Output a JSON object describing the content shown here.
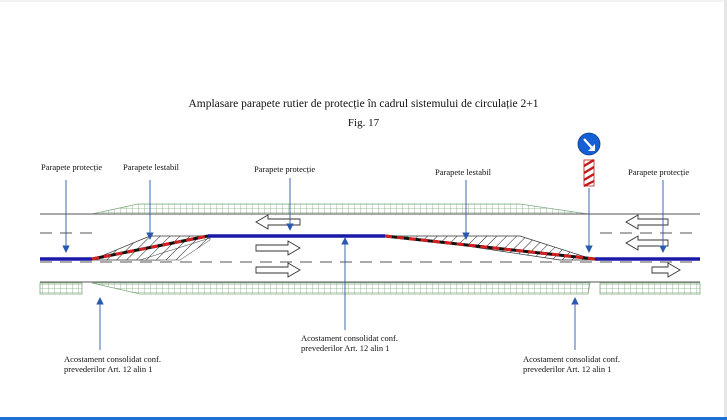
{
  "title": "Amplasare parapete rutier de protecție în cadrul sistemului de circulație 2+1",
  "figure_label": "Fig. 17",
  "labels": {
    "parapete_protectie_left": "Parapete protecție",
    "parapete_lestabil_left": "Parapete lestabil",
    "parapete_protectie_center": "Parapete protecție",
    "parapete_lestabil_right": "Parapete lestabil",
    "parapete_protectie_right": "Parapete protecție",
    "acostament_left": [
      "Acostament consolidat conf.",
      "prevederilor Art. 12 alin 1"
    ],
    "acostament_center": [
      "Acostament consolidat conf.",
      "prevederilor Art. 12 alin 1"
    ],
    "acostament_right": [
      "Acostament consolidat conf.",
      "prevederilor Art. 12 alin 1"
    ]
  },
  "colors": {
    "barrier_blue": "#1a1aa8",
    "lestabil_red": "#d42020",
    "lestabil_black": "#111111",
    "shoulder_green": "#7faa7f",
    "sign_blue": "#1560d4",
    "arrow_blue": "#1a3fa8"
  },
  "icons": [
    "keep-right-sign-icon",
    "bollard-icon",
    "direction-arrow-icon"
  ]
}
